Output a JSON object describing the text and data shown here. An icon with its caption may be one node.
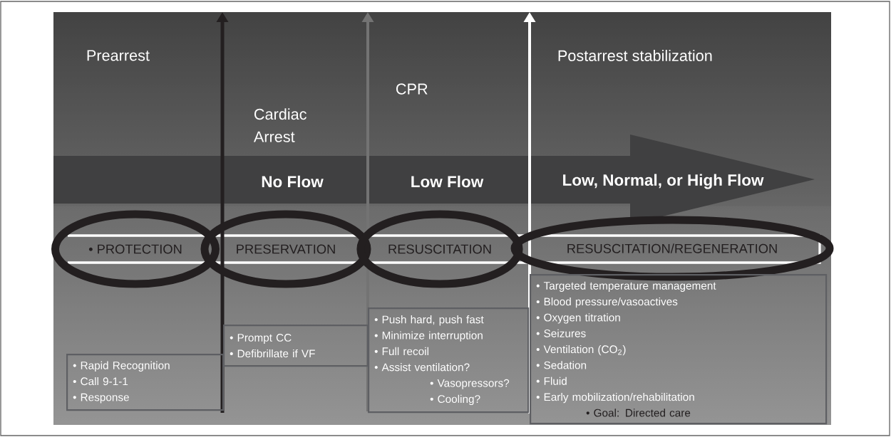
{
  "diagram": {
    "nodes": [
      {
        "text": [
          "No Flow",
          "Low Flow",
          "Low, Normal, or High Flow"
        ]
      },
      {
        "text": [
          "• PROTECTION"
        ]
      },
      {
        "text": [
          "PRESERVATION"
        ]
      },
      {
        "text": [
          "RESUSCITATION"
        ]
      },
      {
        "text": [
          "RESUSCITATION/REGENERATION"
        ]
      },
      {
        "text": [
          "• Rapid Recognition",
          "• Call 9-1-1",
          "• Response"
        ]
      },
      {
        "text": [
          "• Prompt CC",
          "• Defibrillate if  VF"
        ]
      },
      {
        "text": [
          "• Push hard, push fast",
          "• Minimize interruption",
          "• Full recoil",
          "• Assist ventilation?",
          "• Vasopressors?",
          "• Cooling?"
        ]
      },
      {
        "text": [
          "• Targeted temperature management",
          "• Blood pressure/vasoactives",
          "• Oxygen titration",
          "• Seizures",
          "• Ventilation (CO$_{2}$)",
          "• Sedation",
          "• Fluid",
          "• Early mobilization/rehabilitation",
          "• Goal: Directed care"
        ]
      }
    ],
    "labels": [
      "Prearrest",
      "Cardiac Arrest",
      "CPR",
      "Postarrest stabilization"
    ]
  }
}
